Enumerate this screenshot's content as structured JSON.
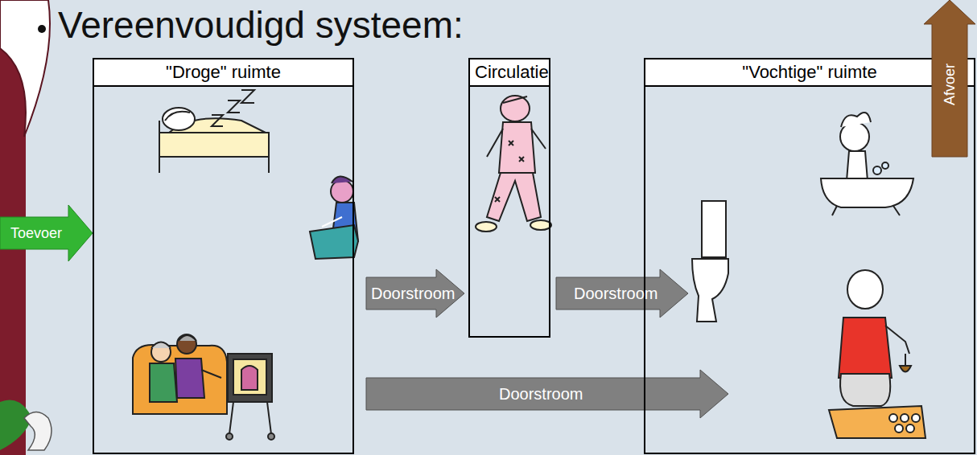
{
  "diagram": {
    "title": "Vereenvoudigd systeem:",
    "nodes": [
      {
        "text": [
          "\"Droge\" ruimte"
        ]
      },
      {
        "text": [
          "Circulatie"
        ]
      },
      {
        "text": [
          "\"Vochtige\" ruimte"
        ]
      }
    ],
    "edges": [
      {
        "from": 0,
        "to": 1,
        "label": "Doorstroom",
        "arrow": "to"
      },
      {
        "from": 1,
        "to": 2,
        "label": "Doorstroom",
        "arrow": "to"
      },
      {
        "from": 0,
        "to": 2,
        "label": "Doorstroom",
        "arrow": "to"
      }
    ],
    "labels": [
      "Toevoer",
      "Afvoer"
    ]
  }
}
